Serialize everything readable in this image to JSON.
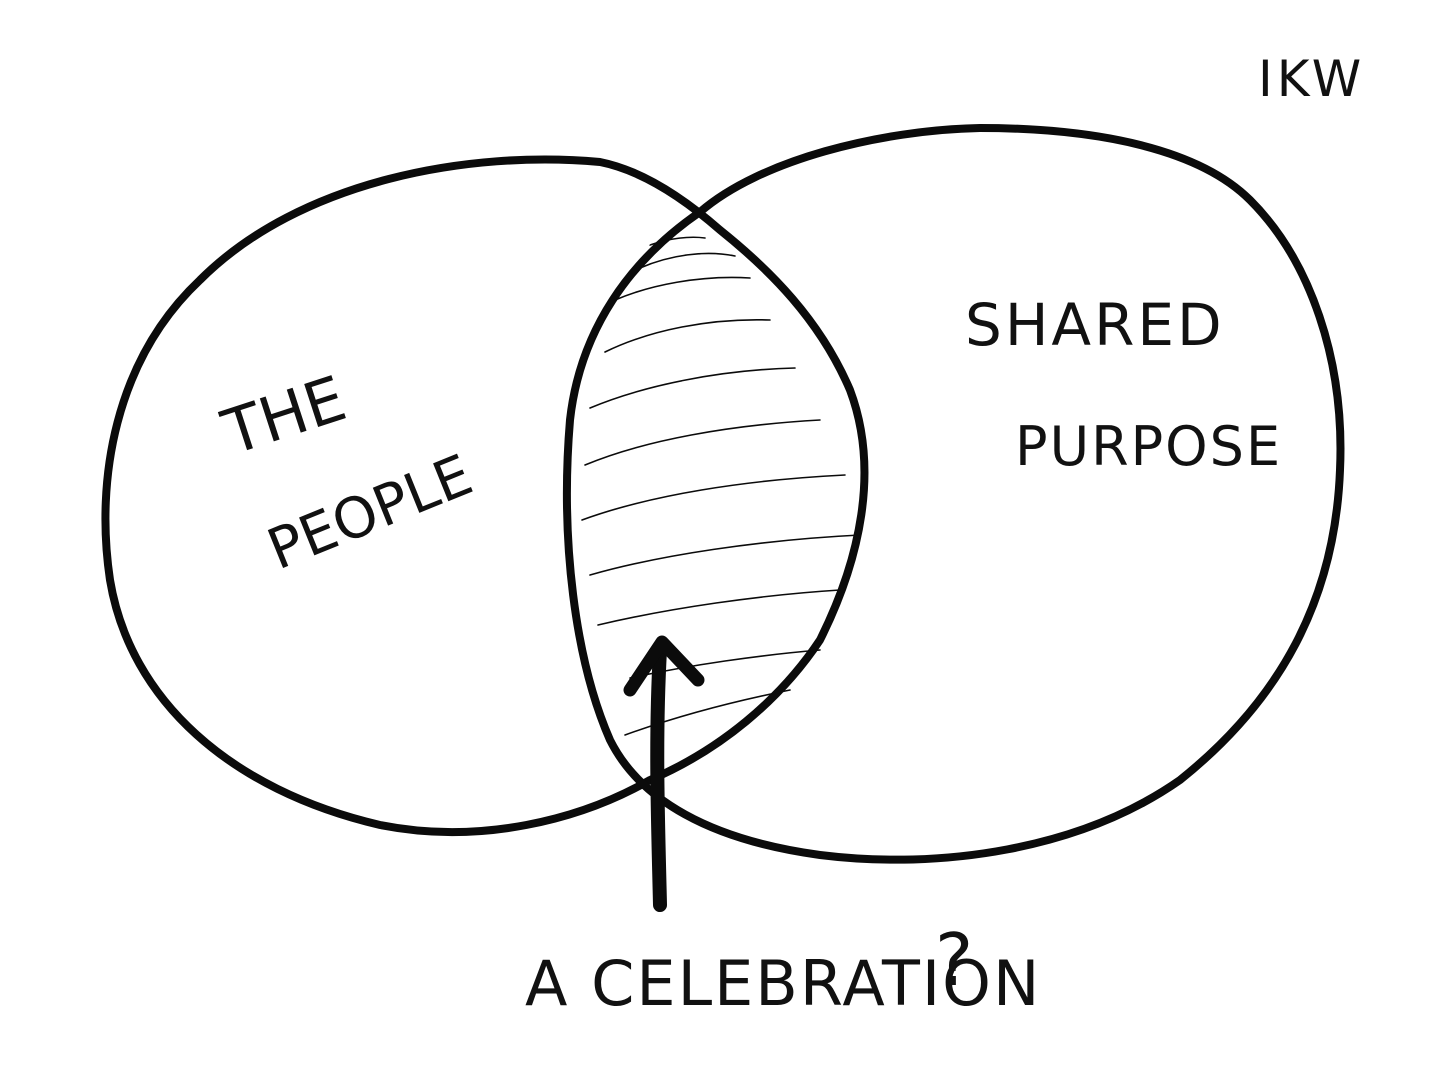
{
  "signature": "IKW",
  "sets": {
    "left": {
      "label_line1": "THE",
      "label_line2": "PEOPLE"
    },
    "right": {
      "label_line1": "SHARED",
      "label_line2": "PURPOSE"
    }
  },
  "intersection": {
    "caption": "A CELEBRATION",
    "question_mark": "?"
  },
  "colors": {
    "ink": "#0b0b0b",
    "background": "#ffffff"
  }
}
